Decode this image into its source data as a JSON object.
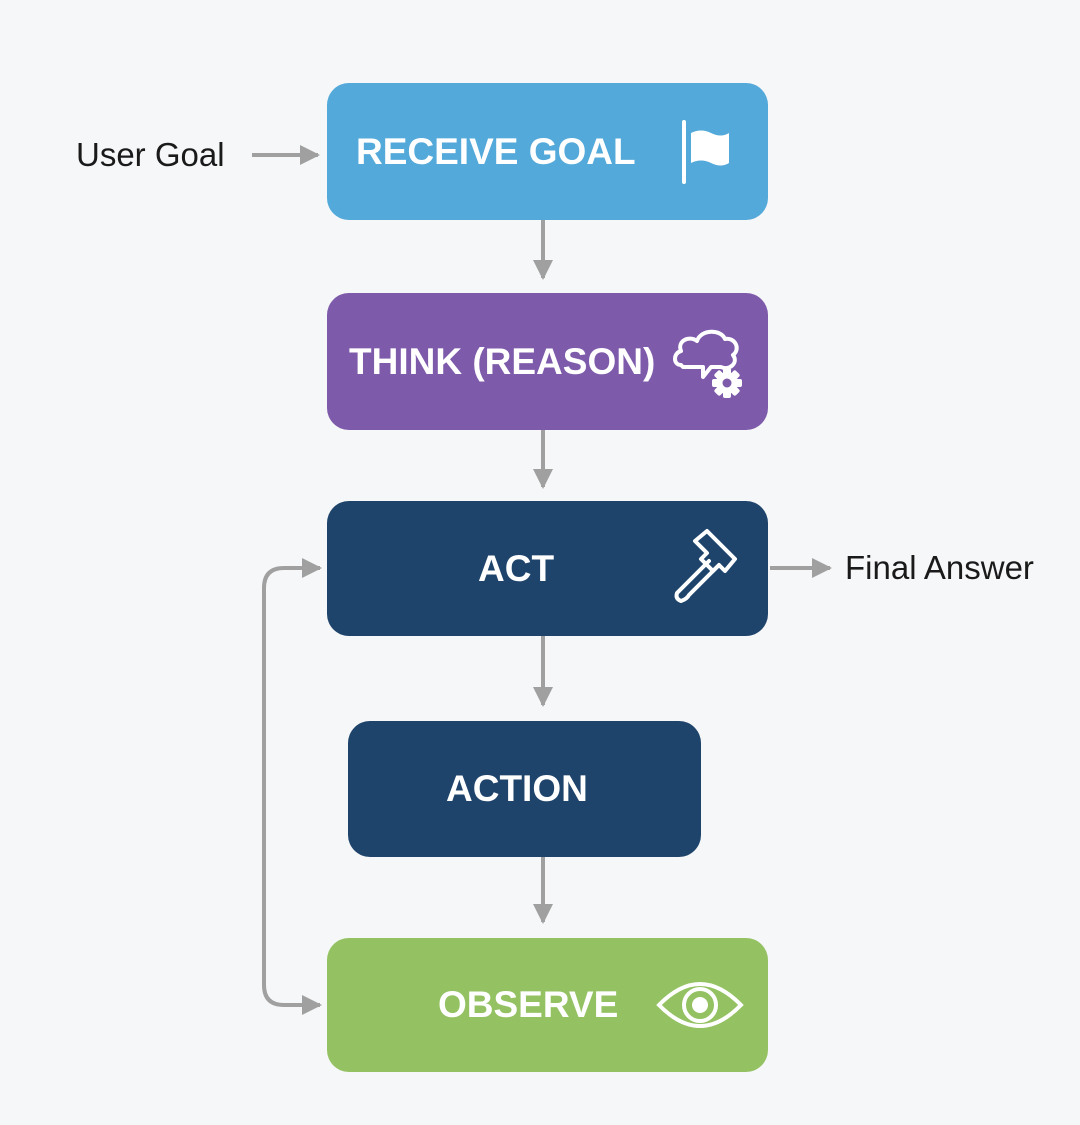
{
  "diagram": {
    "colors": {
      "receive_goal": "#53a9d9",
      "think": "#7e5aab",
      "act": "#1f446b",
      "action": "#1f446b",
      "observe": "#94c263",
      "arrow": "#a0a0a0"
    },
    "inputs": {
      "user_goal": "User Goal"
    },
    "outputs": {
      "final_answer": "Final Answer"
    },
    "nodes": {
      "receive_goal": {
        "label": "RECEIVE GOAL",
        "icon": "flag-icon"
      },
      "think": {
        "label": "THINK (REASON)",
        "icon": "thought-gear-icon"
      },
      "act": {
        "label": "ACT",
        "icon": "hammer-icon"
      },
      "action": {
        "label": "ACTION"
      },
      "observe": {
        "label": "OBSERVE",
        "icon": "eye-icon"
      }
    }
  }
}
